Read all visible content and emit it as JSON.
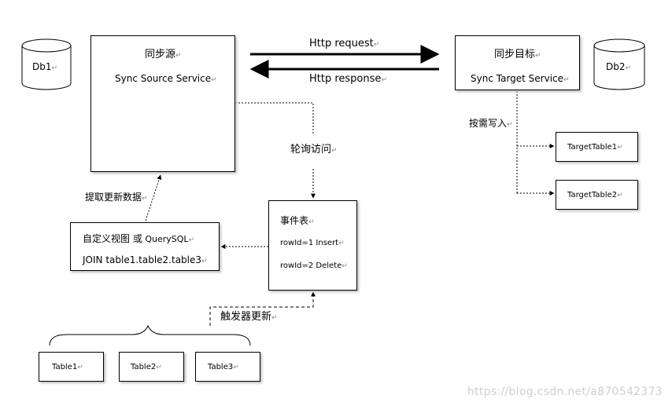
{
  "source": {
    "title_cn": "同步源",
    "title_en": "Sync Source Service"
  },
  "target": {
    "title_cn": "同步目标",
    "title_en": "Sync Target Service"
  },
  "db1": "Db1",
  "db2": "Db2",
  "http_request": "Http request",
  "http_response": "Http response",
  "poll_label": "轮询访问",
  "fetch_label": "提取更新数据",
  "write_label": "按需写入",
  "trigger_label": "触发器更新",
  "event_table": {
    "title": "事件表",
    "rows": [
      "rowId=1 Insert",
      "rowId=2 Delete"
    ]
  },
  "custom_view": {
    "line1_cn": "自定义视图 或",
    "line1_en": "QuerySQL",
    "line2": "JOIN table1.table2.table3"
  },
  "target_tables": [
    "TargetTable1",
    "TargetTable2"
  ],
  "source_tables": [
    "Table1",
    "Table2",
    "Table3"
  ],
  "watermark": "https://blog.csdn.net/a870542373",
  "para_mark": "↵"
}
